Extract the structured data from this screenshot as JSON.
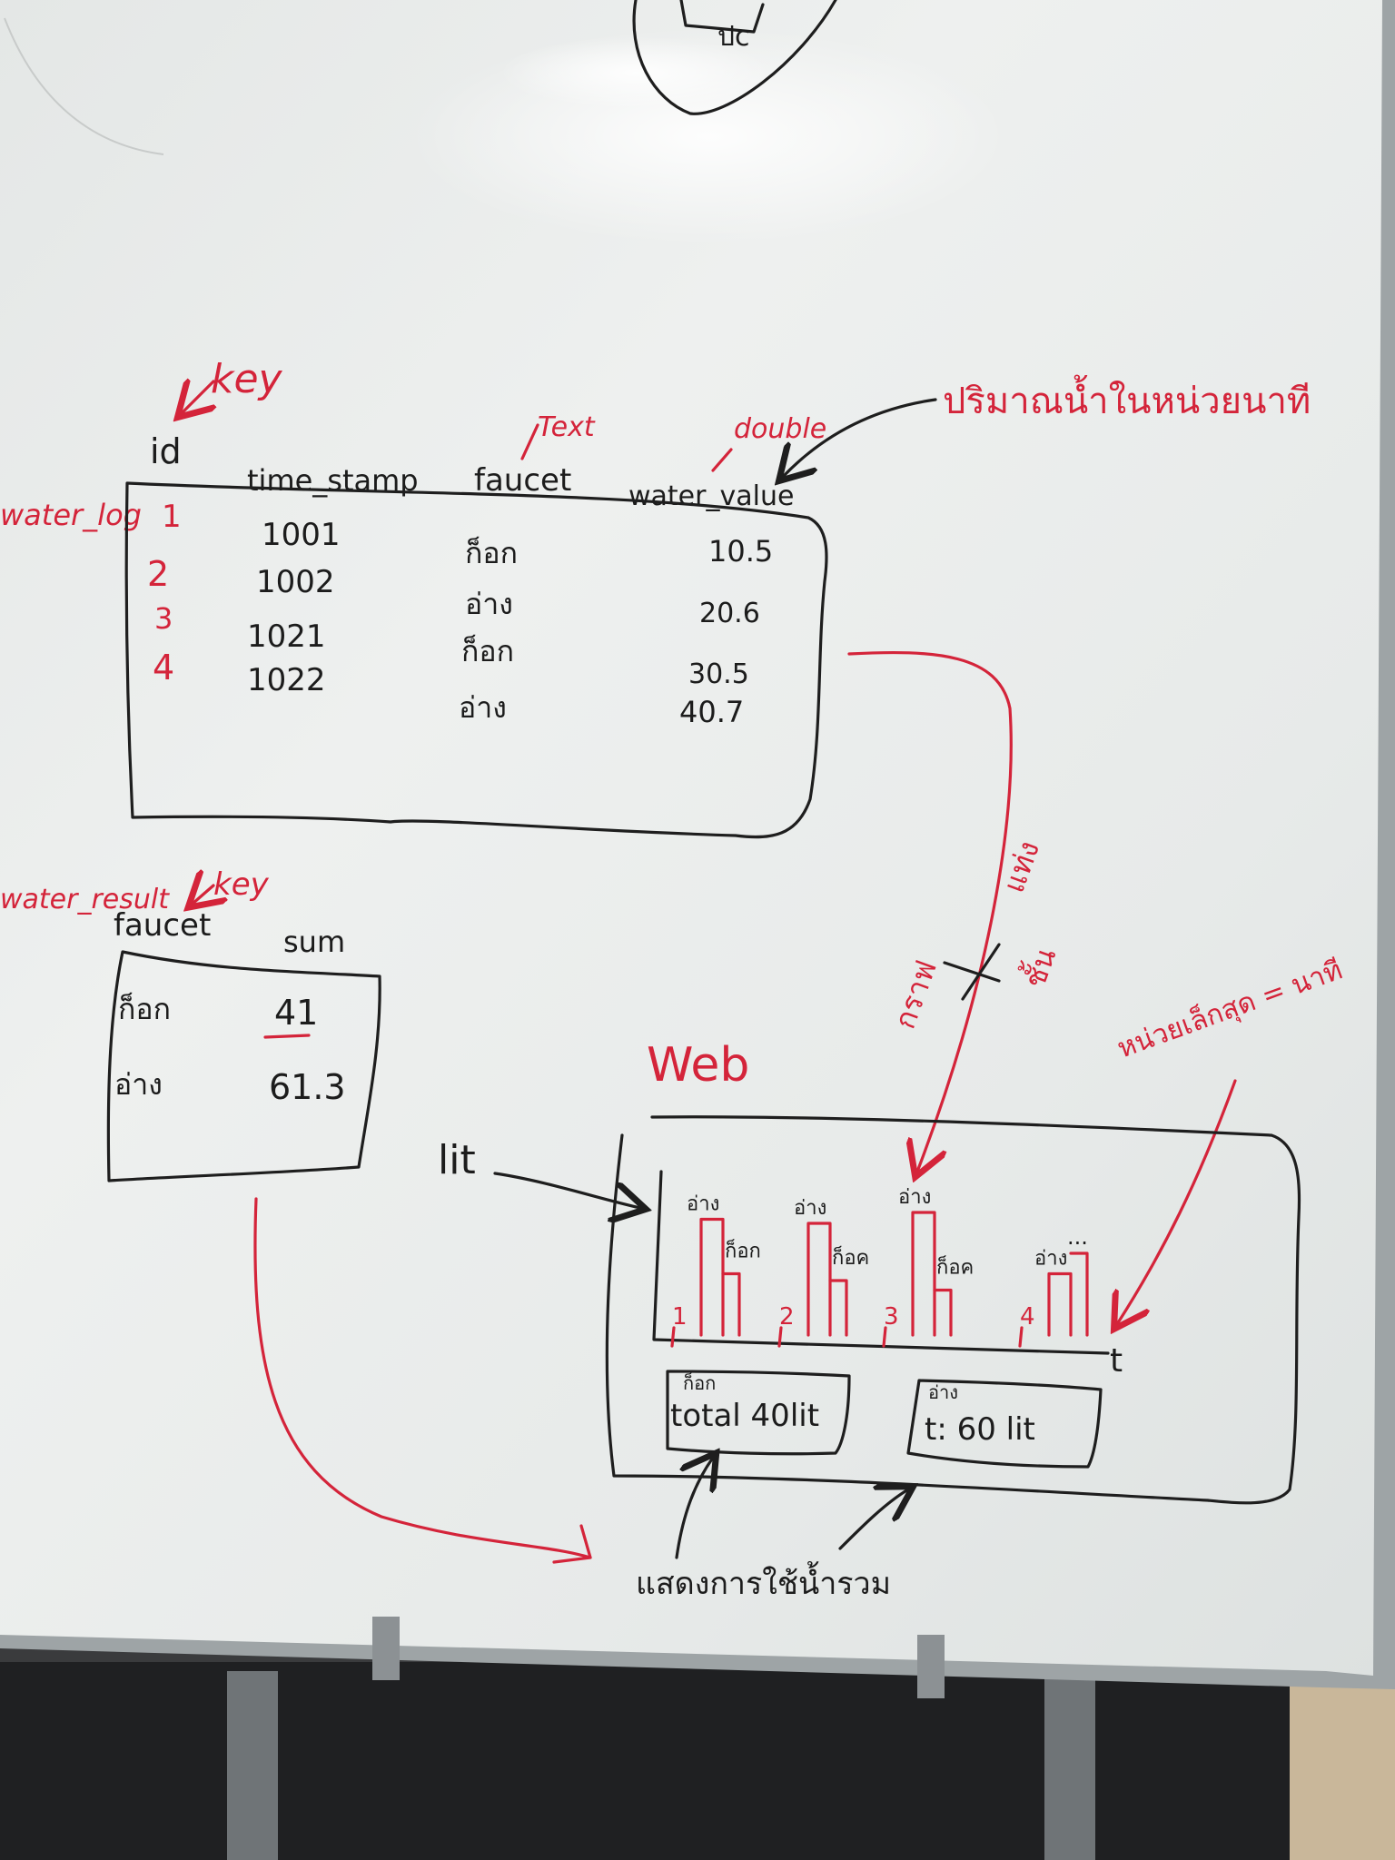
{
  "colors": {
    "black_marker": "#1e1e1e",
    "red_marker": "#d4243a",
    "board": "#e9eceb",
    "frame": "#9ea4a6"
  },
  "top_fragment": "ปc",
  "water_log": {
    "table_name": "water_log",
    "key_label": "key",
    "id_label": "id",
    "columns": [
      "time_stamp",
      "faucet",
      "water_value"
    ],
    "type_text": "Text",
    "type_double": "double",
    "unit_note": "ปริมาณน้ำในหน่วยนาที",
    "rows": [
      {
        "id": "1",
        "time_stamp": "1001",
        "faucet": "ก็อก",
        "water_value": "10.5"
      },
      {
        "id": "2",
        "time_stamp": "1002",
        "faucet": "อ่าง",
        "water_value": "20.6"
      },
      {
        "id": "3",
        "time_stamp": "1021",
        "faucet": "ก็อก",
        "water_value": "30.5"
      },
      {
        "id": "4",
        "time_stamp": "1022",
        "faucet": "อ่าง",
        "water_value": "40.7"
      }
    ]
  },
  "water_result": {
    "table_name": "water_result",
    "key_label": "key",
    "columns": [
      "faucet",
      "sum"
    ],
    "rows": [
      {
        "faucet": "ก็อก",
        "sum": "41"
      },
      {
        "faucet": "อ่าง",
        "sum": "61.3"
      }
    ]
  },
  "web": {
    "title": "Web",
    "y_label": "lit",
    "x_label": "t",
    "graph_note_1": "กราฟ",
    "graph_note_2": "แท่ง",
    "graph_note_3": "ชั้น",
    "min_unit_note": "หน่วยเล็กสุด = นาที",
    "groups": [
      {
        "index": "1",
        "label_a": "อ่าง",
        "label_b": "ก็อก",
        "bar_a": 0.85,
        "bar_b": 0.45
      },
      {
        "index": "2",
        "label_a": "อ่าง",
        "label_b": "ก็อค",
        "bar_a": 0.82,
        "bar_b": 0.4
      },
      {
        "index": "3",
        "label_a": "อ่าง",
        "label_b": "ก็อค",
        "bar_a": 0.9,
        "bar_b": 0.33
      },
      {
        "index": "4",
        "label_a": "อ่าง",
        "label_b": "",
        "bar_a": 0.45,
        "bar_b": 0.6
      }
    ],
    "more": "...",
    "total_faucet_caption": "ก็อก",
    "total_faucet": "total 40lit",
    "total_basin_caption": "อ่าง",
    "total_basin": "t: 60 lit",
    "footer_note": "แสดงการใช้น้ำรวม"
  }
}
